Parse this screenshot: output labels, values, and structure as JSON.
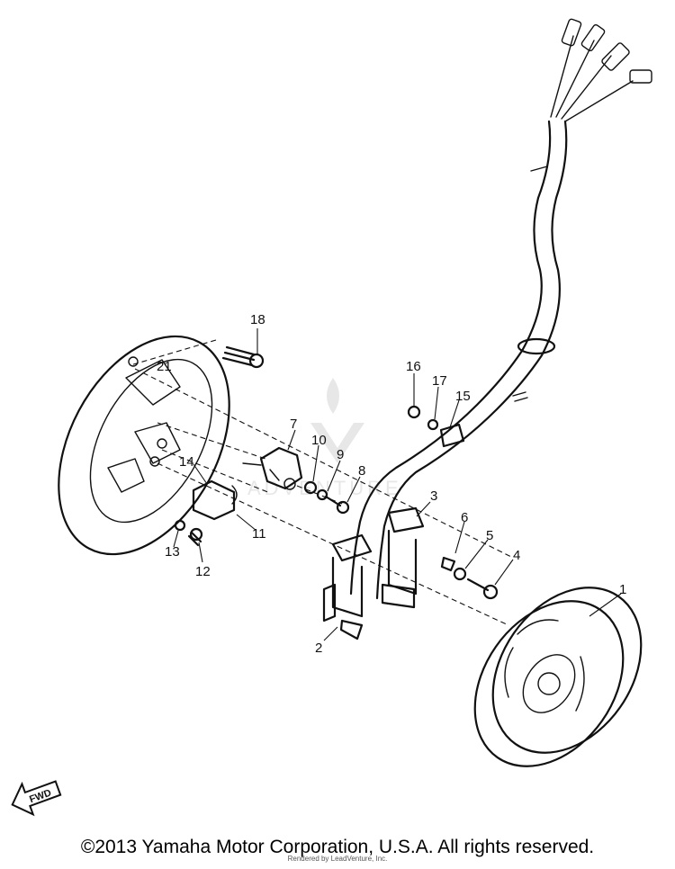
{
  "callouts": [
    "1",
    "2",
    "3",
    "4",
    "5",
    "6",
    "7",
    "8",
    "9",
    "10",
    "11",
    "12",
    "13",
    "14",
    "15",
    "16",
    "17",
    "18"
  ],
  "fwd_label": "FWD",
  "watermark": "ADVENTURE",
  "copyright": "©2013 Yamaha Motor Corporation, U.S.A. All rights reserved.",
  "rendered_by": "Rendered by LeadVenture, Inc.",
  "colors": {
    "ink": "#111111",
    "background": "#ffffff",
    "watermark": "#d8d8d8"
  }
}
